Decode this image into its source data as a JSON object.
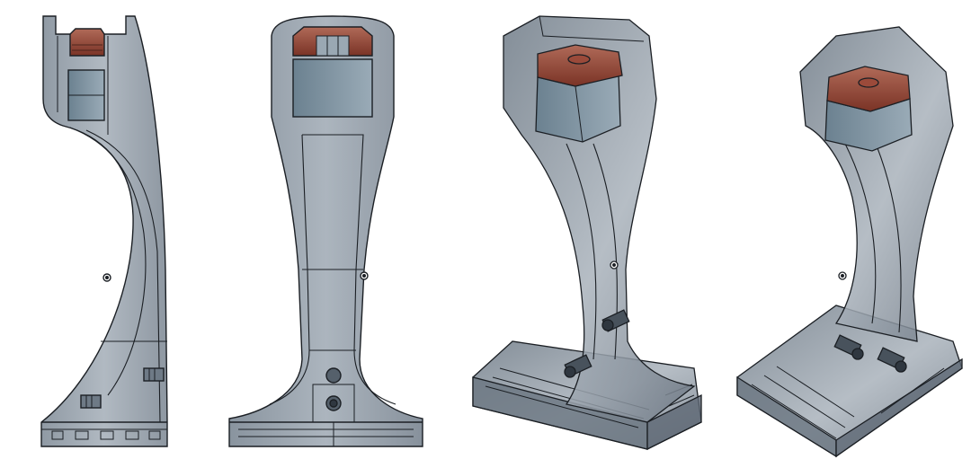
{
  "scene": {
    "subject": "translucent-3d-model-stand",
    "views": [
      {
        "id": "side-view",
        "icon": "side-elevation"
      },
      {
        "id": "front-view",
        "icon": "front-elevation"
      },
      {
        "id": "iso-view-front",
        "icon": "isometric"
      },
      {
        "id": "iso-view-back",
        "icon": "isometric"
      }
    ],
    "colors": {
      "shell": "#8f9aa6",
      "shell_dark": "#5c6570",
      "outline": "#1b1f24",
      "block": "#7d909f",
      "block_dark": "#4f6472",
      "cap": "#8a4032",
      "cap_light": "#b06a58",
      "background": "#ffffff"
    }
  }
}
